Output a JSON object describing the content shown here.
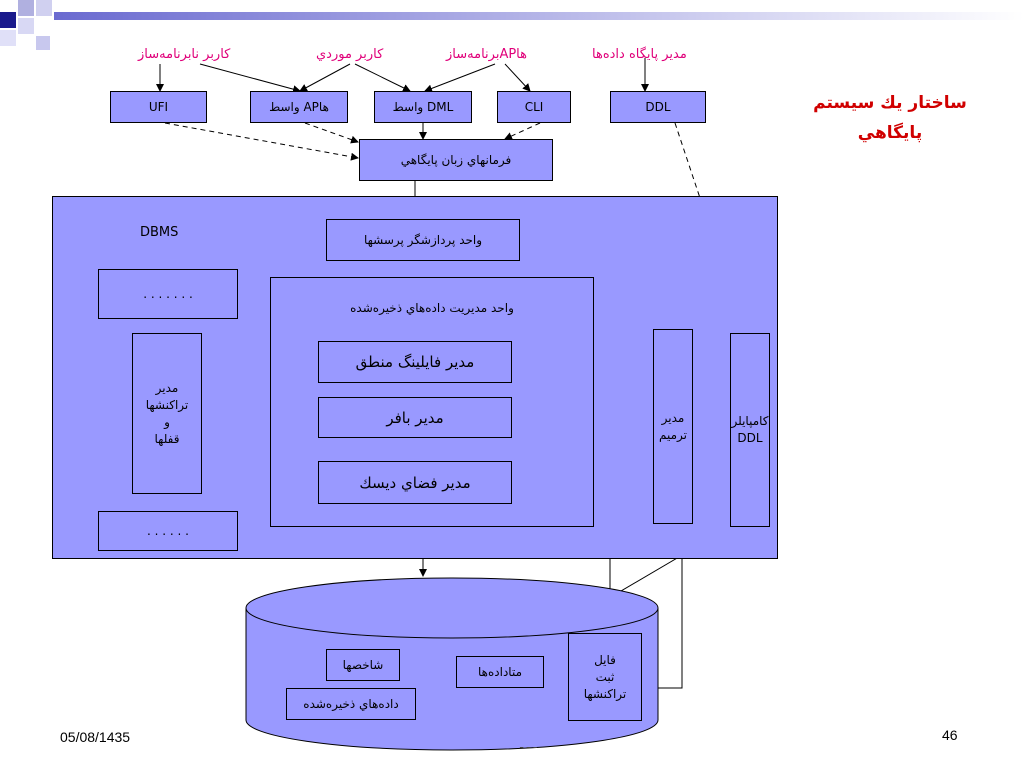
{
  "slide": {
    "title_line1": "ساختار يك سيستم",
    "title_line2": "پايگاهي",
    "date": "05/08/1435",
    "page_number": "46",
    "footer_partial": "ـ ـ ـ"
  },
  "users": {
    "naive_user": "كاربر نابرنامه‌ساز",
    "casual_user": "كاربر موردي",
    "ap_programmer": "برنامه‌سازAPها",
    "dba": "مدير پايگاه داده‌ها"
  },
  "interfaces": {
    "ufi": "UFI",
    "ap_interface": "واسط APها",
    "dml_interface": "واسط DML",
    "cli": "CLI",
    "ddl": "DDL"
  },
  "commands": "فرمانهاي زبان پايگاهي",
  "dbms": {
    "label": "DBMS",
    "query_processor": "واحد پردازشگر پرسشها",
    "dots_top": ". . . . . . .",
    "dots_bottom": ". . . . . .",
    "storage_unit": "واحد مديريت داده‌هاي ذخيره‌شده",
    "logical_file_manager": "مدير فايلينگ منطق",
    "buffer_manager": "مدير بافر",
    "disk_space_manager": "مدير فضاي ديسك",
    "transaction_manager": [
      "مدير",
      "تراكنشها",
      "و",
      "قفلها"
    ],
    "recovery_manager": [
      "مدير",
      "ترميم"
    ],
    "ddl_compiler": [
      "كامپايلر",
      "DDL"
    ]
  },
  "database": {
    "indexes": "شاخصها",
    "stored_data": "داده‌هاي ذخيره‌شده",
    "metadata": "متاداده‌ها",
    "log_file": [
      "فايل",
      "ثبت",
      "تراكنشها"
    ]
  }
}
